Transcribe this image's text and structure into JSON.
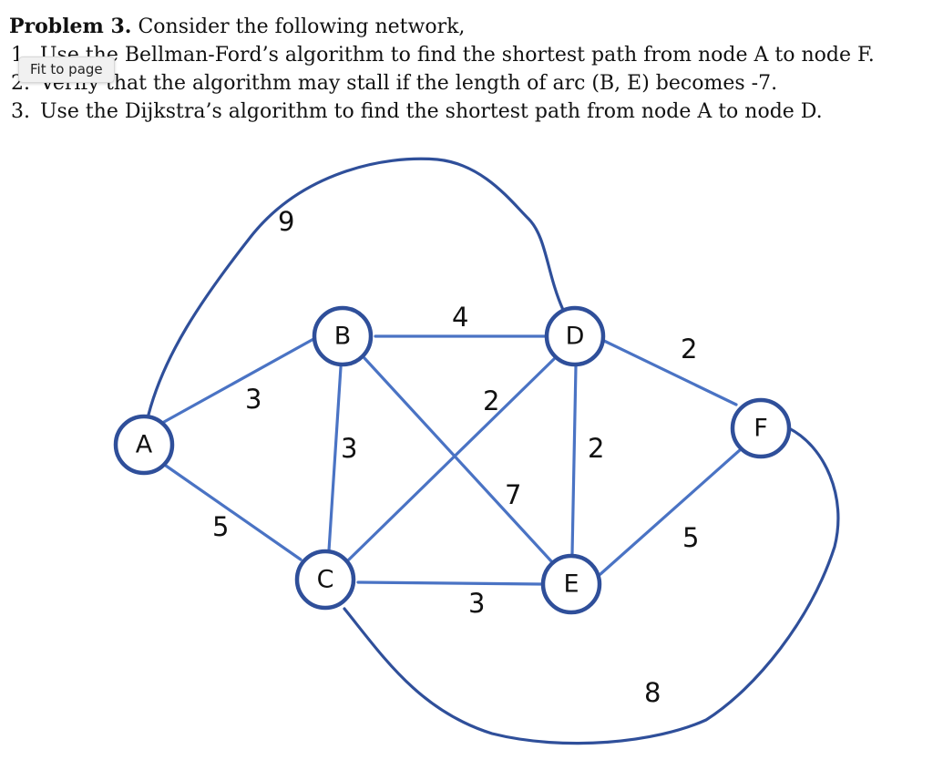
{
  "tooltip": {
    "label": "Fit to page"
  },
  "problem": {
    "heading_bold": "Problem 3.",
    "heading_text": "Consider the following network,",
    "items": [
      "Use the Bellman-Ford’s algorithm to find the shortest path from node A to node F.",
      "Verify that the algorithm may stall if the length of arc (B, E) becomes -7.",
      "Use the Dijkstra’s algorithm to find the shortest path from node A to node D."
    ]
  },
  "network": {
    "nodes": [
      {
        "id": "A",
        "label": "A"
      },
      {
        "id": "B",
        "label": "B"
      },
      {
        "id": "C",
        "label": "C"
      },
      {
        "id": "D",
        "label": "D"
      },
      {
        "id": "E",
        "label": "E"
      },
      {
        "id": "F",
        "label": "F"
      }
    ],
    "edges": [
      {
        "from": "A",
        "to": "B",
        "weight": "3"
      },
      {
        "from": "A",
        "to": "C",
        "weight": "5"
      },
      {
        "from": "A",
        "to": "D",
        "weight": "9"
      },
      {
        "from": "B",
        "to": "D",
        "weight": "4"
      },
      {
        "from": "B",
        "to": "C",
        "weight": "3"
      },
      {
        "from": "B",
        "to": "E",
        "weight": "7"
      },
      {
        "from": "C",
        "to": "D",
        "weight": "2"
      },
      {
        "from": "C",
        "to": "E",
        "weight": "3"
      },
      {
        "from": "C",
        "to": "F",
        "weight": "8"
      },
      {
        "from": "D",
        "to": "E",
        "weight": "2"
      },
      {
        "from": "D",
        "to": "F",
        "weight": "2"
      },
      {
        "from": "E",
        "to": "F",
        "weight": "5"
      }
    ],
    "colors": {
      "edge": "#4a73c4",
      "curved_edge": "#2f4f9a",
      "node_border": "#2f4f9a"
    }
  }
}
